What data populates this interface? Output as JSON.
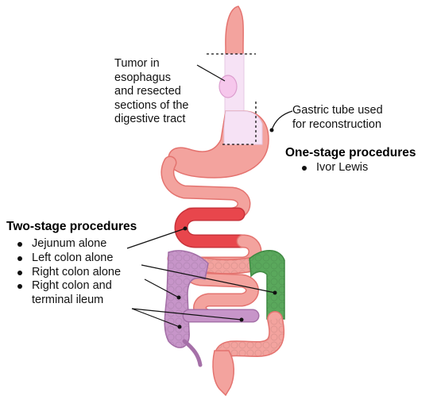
{
  "labels": {
    "tumor": [
      "Tumor in",
      "esophagus",
      "and resected",
      "sections of the",
      "digestive tract"
    ],
    "gastric": [
      "Gastric tube used",
      "for reconstruction"
    ]
  },
  "one_stage": {
    "heading": "One-stage procedures",
    "items": [
      "Ivor Lewis"
    ]
  },
  "two_stage": {
    "heading": "Two-stage procedures",
    "items": [
      "Jejunum alone",
      "Left colon alone",
      "Right colon alone",
      "Right colon and",
      "terminal ileum"
    ]
  },
  "colors": {
    "tract": "#f3a39e",
    "tract_edge": "#e4736f",
    "resected": "#f6e2f5",
    "tumor": "#f6c7ec",
    "jejunum": "#e8464c",
    "left_colon": "#5aa85c",
    "right_colon": "#c795c9"
  }
}
